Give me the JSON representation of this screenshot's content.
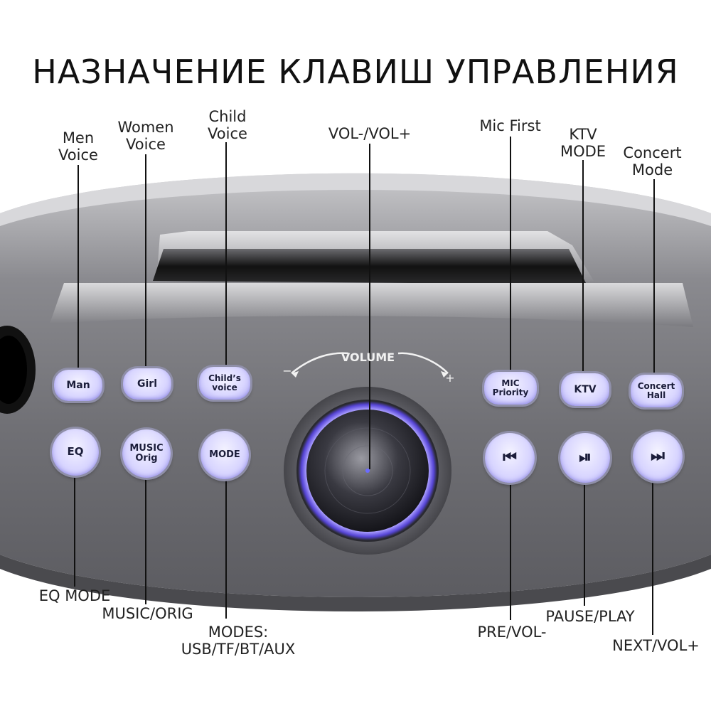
{
  "title": "НАЗНАЧЕНИЕ КЛАВИШ УПРАВЛЕНИЯ",
  "top_labels": {
    "men_voice": [
      "Men",
      "Voice"
    ],
    "women_voice": [
      "Women",
      "Voice"
    ],
    "child_voice": [
      "Child",
      "Voice"
    ],
    "vol": "VOL-/VOL+",
    "mic_first": "Mic First",
    "ktv_mode": [
      "KTV",
      "MODE"
    ],
    "concert_mode": [
      "Concert",
      "Mode"
    ]
  },
  "bottom_labels": {
    "eq_mode": "EQ MODE",
    "music_orig": "MUSIC/ORIG",
    "modes": [
      "MODES:",
      "USB/TF/BT/AUX"
    ],
    "pre_vol": "PRE/VOL-",
    "pause_play": "PAUSE/PLAY",
    "next_vol": "NEXT/VOL+"
  },
  "device": {
    "volume_label": "VOLUME",
    "volume_minus": "−",
    "volume_plus": "+"
  },
  "buttons": {
    "man": "Man",
    "girl": "Girl",
    "childs_voice": [
      "Child’s",
      "voice"
    ],
    "mic_priority": [
      "MIC",
      "Priority"
    ],
    "ktv": "KTV",
    "concert_hall": [
      "Concert",
      "Hall"
    ],
    "eq": "EQ",
    "music_orig": [
      "MUSIC",
      "Orig"
    ],
    "mode": "MODE",
    "prev": "⏮",
    "play_pause": "⏯",
    "next": "⏭"
  },
  "colors": {
    "button_glow": "#b8b2ff",
    "volume_ring": "#7b6bff",
    "device_body": "#6e6e72"
  },
  "icons": [
    "previous-track-icon",
    "play-pause-icon",
    "next-track-icon",
    "volume-arc-icon"
  ]
}
